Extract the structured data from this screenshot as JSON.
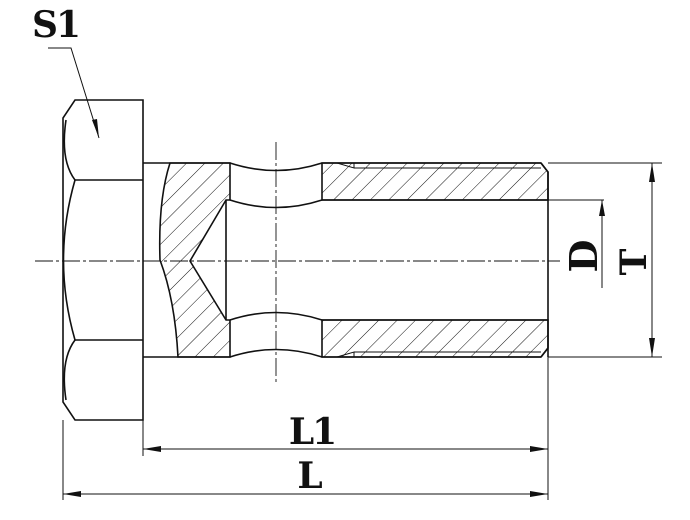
{
  "labels": {
    "s1": "S1",
    "d": "D",
    "t": "T",
    "l1": "L1",
    "l": "L"
  },
  "colors": {
    "line": "#111111",
    "background": "#ffffff"
  }
}
